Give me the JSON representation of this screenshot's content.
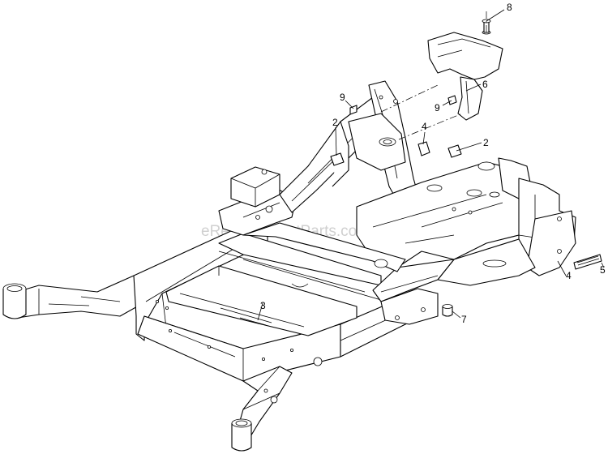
{
  "watermark": "eReplacementParts.com",
  "callouts": [
    "8",
    "6",
    "9",
    "9",
    "2",
    "4",
    "2",
    "3",
    "4",
    "5",
    "7"
  ]
}
